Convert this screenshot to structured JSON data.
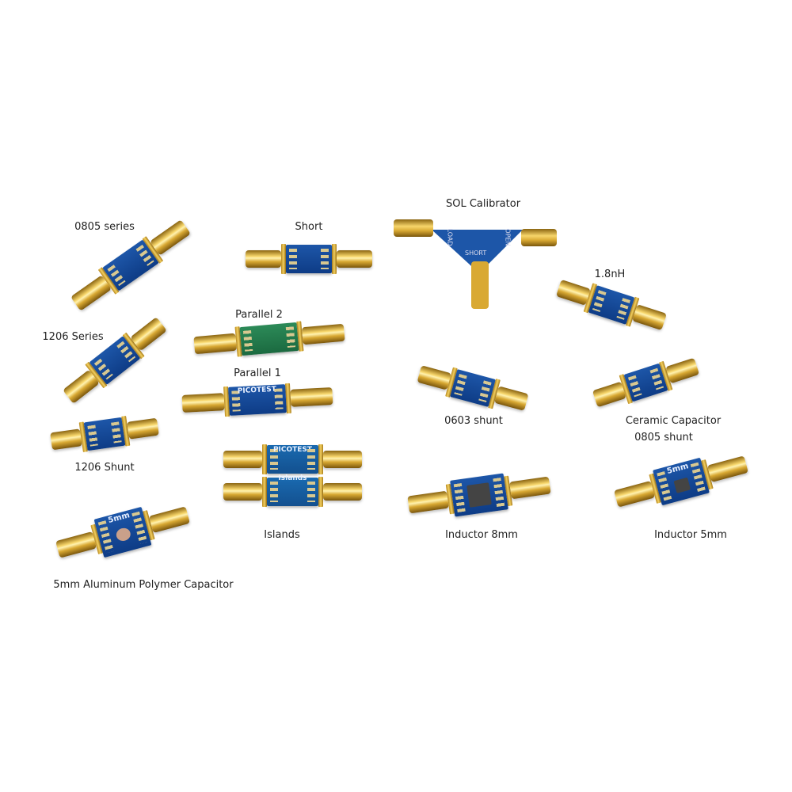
{
  "labels": {
    "l0805_series": "0805 series",
    "short": "Short",
    "sol": "SOL Calibrator",
    "nh18": "1.8nH",
    "s1206_series": "1206 Series",
    "parallel2": "Parallel 2",
    "parallel1": "Parallel 1",
    "shunt0603": "0603 shunt",
    "ceramic1": "Ceramic Capacitor",
    "ceramic2": "0805 shunt",
    "shunt1206": "1206 Shunt",
    "islands": "Islands",
    "ind8": "Inductor 8mm",
    "ind5": "Inductor 5mm",
    "alpoly": "5mm Aluminum Polymer Capacitor"
  },
  "board_text": {
    "picotest": "PICOTEST",
    "islands": "Islands",
    "five_mm": "5mm",
    "load": "LOAD",
    "open": "OPEN",
    "short": "SHORT"
  },
  "colors": {
    "board_blue": "#1d56a8",
    "gold": "#d9a933"
  }
}
